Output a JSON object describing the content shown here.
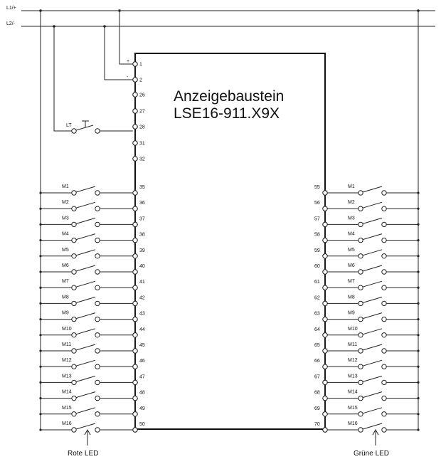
{
  "rails": {
    "positive_label": "L1/+",
    "negative_label": "L2/-"
  },
  "module": {
    "title_line1": "Anzeigebaustein",
    "title_line2": "LSE16-911.X9X"
  },
  "top_terminals": [
    {
      "num": "1",
      "sign": "+"
    },
    {
      "num": "2",
      "sign": "-"
    },
    {
      "num": "26",
      "sign": ""
    },
    {
      "num": "27",
      "sign": ""
    },
    {
      "num": "28",
      "sign": ""
    },
    {
      "num": "31",
      "sign": ""
    },
    {
      "num": "32",
      "sign": ""
    }
  ],
  "lamp_test_label": "LT",
  "left_terminals": [
    "35",
    "36",
    "37",
    "38",
    "39",
    "40",
    "41",
    "42",
    "43",
    "44",
    "45",
    "46",
    "47",
    "48",
    "49",
    "50"
  ],
  "right_terminals": [
    "55",
    "56",
    "57",
    "58",
    "59",
    "60",
    "61",
    "62",
    "63",
    "64",
    "65",
    "66",
    "67",
    "68",
    "69",
    "70"
  ],
  "switch_labels": [
    "M1",
    "M2",
    "M3",
    "M4",
    "M5",
    "M6",
    "M7",
    "M8",
    "M9",
    "M10",
    "M11",
    "M12",
    "M13",
    "M14",
    "M15",
    "M16"
  ],
  "footer": {
    "left_label": "Rote LED",
    "right_label": "Grüne LED"
  }
}
